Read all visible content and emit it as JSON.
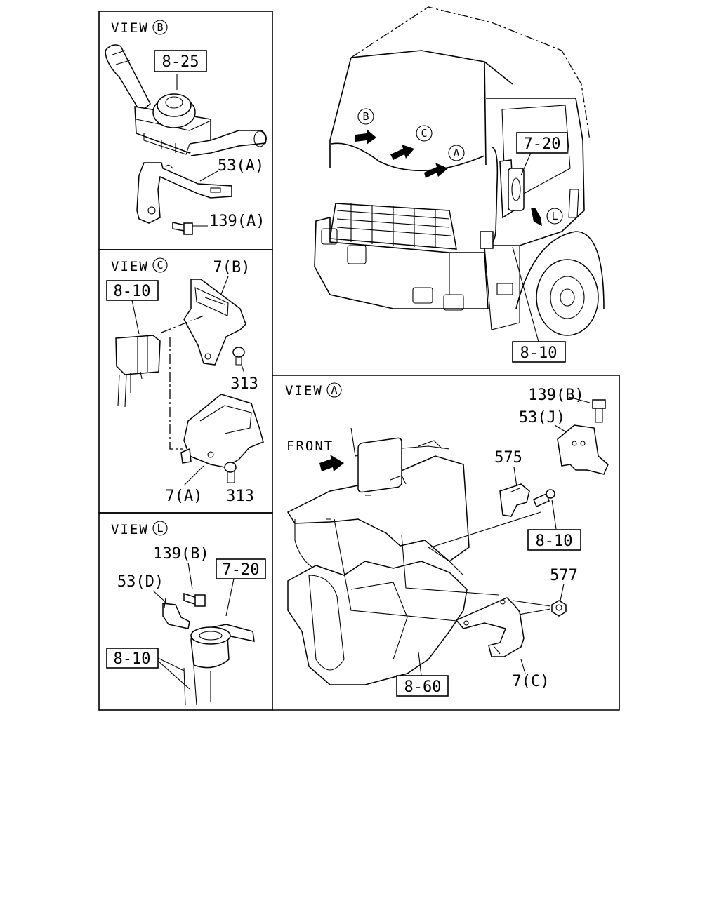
{
  "views": {
    "b": {
      "title": "VIEW",
      "letter": "B",
      "labels": {
        "p825": "8-25",
        "p53a": "53(A)",
        "p139a": "139(A)"
      }
    },
    "c": {
      "title": "VIEW",
      "letter": "C",
      "labels": {
        "p810": "8-10",
        "p7b": "7(B)",
        "p313a": "313",
        "p7a": "7(A)",
        "p313b": "313"
      }
    },
    "l": {
      "title": "VIEW",
      "letter": "L",
      "labels": {
        "p139b": "139(B)",
        "p53d": "53(D)",
        "p720": "7-20",
        "p810": "8-10"
      }
    },
    "a": {
      "title": "VIEW",
      "letter": "A",
      "labels": {
        "p139b": "139(B)",
        "p53j": "53(J)",
        "front": "FRONT",
        "p575": "575",
        "p810": "8-10",
        "p577": "577",
        "p860": "8-60",
        "p7c": "7(C)"
      }
    }
  },
  "truck": {
    "markers": {
      "b": "B",
      "c": "C",
      "a": "A",
      "l": "L"
    },
    "labels": {
      "p720": "7-20",
      "p810": "8-10"
    }
  }
}
